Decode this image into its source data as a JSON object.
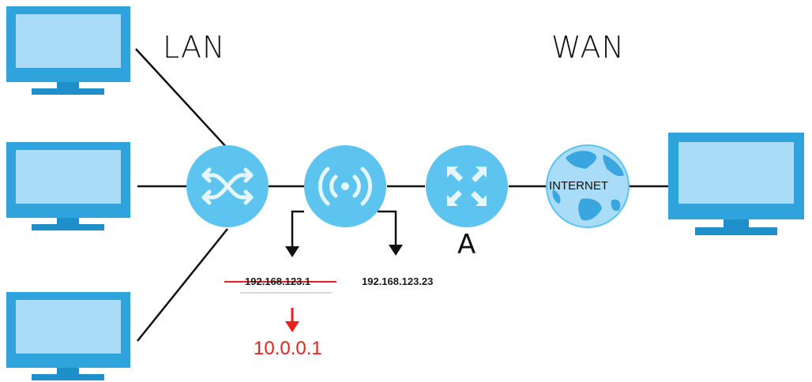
{
  "zones": {
    "lan": "LAN",
    "wan": "WAN"
  },
  "ips": {
    "old_lan_ip": "192.168.123.1",
    "wan_ip": "192.168.123.23",
    "new_lan_ip": "10.0.0.1"
  },
  "nodes": {
    "router_label": "A",
    "internet_label": "INTERNET"
  },
  "icons": {
    "computers_lan": [
      "monitor-icon",
      "monitor-icon",
      "monitor-icon"
    ],
    "switch": "switch-icon",
    "access_point": "wireless-access-point-icon",
    "router": "router-icon",
    "internet": "globe-icon",
    "computer_wan": "monitor-icon"
  },
  "colors": {
    "device_blue": "#5cc4ee",
    "screen_light": "#a9dcf6",
    "monitor_frame": "#2fa4dc",
    "monitor_stand": "#1f8fc9",
    "line": "#111111",
    "change_red": "#e8201e"
  }
}
